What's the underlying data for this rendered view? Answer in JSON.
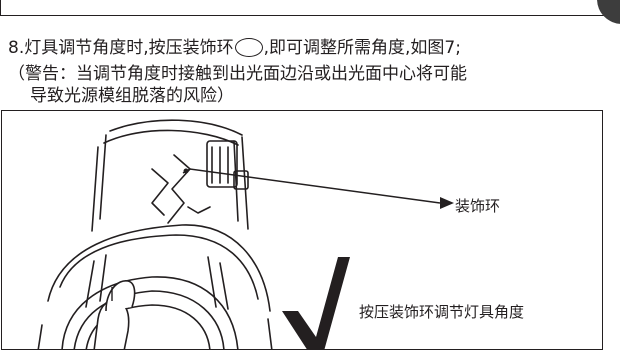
{
  "step": {
    "text_before": "8.灯具调节角度时,按压装饰环",
    "text_after": ",即可调整所需角度,如图7;"
  },
  "warning": {
    "line1": "（警告：当调节角度时接触到出光面边沿或出光面中心将可能",
    "line2": "导致光源模组脱落的风险）"
  },
  "figure": {
    "callout_ring": "装饰环",
    "callout_action": "按压装饰环调节灯具角度"
  },
  "colors": {
    "ink": "#231f20",
    "badge": "#3d3d3d"
  }
}
